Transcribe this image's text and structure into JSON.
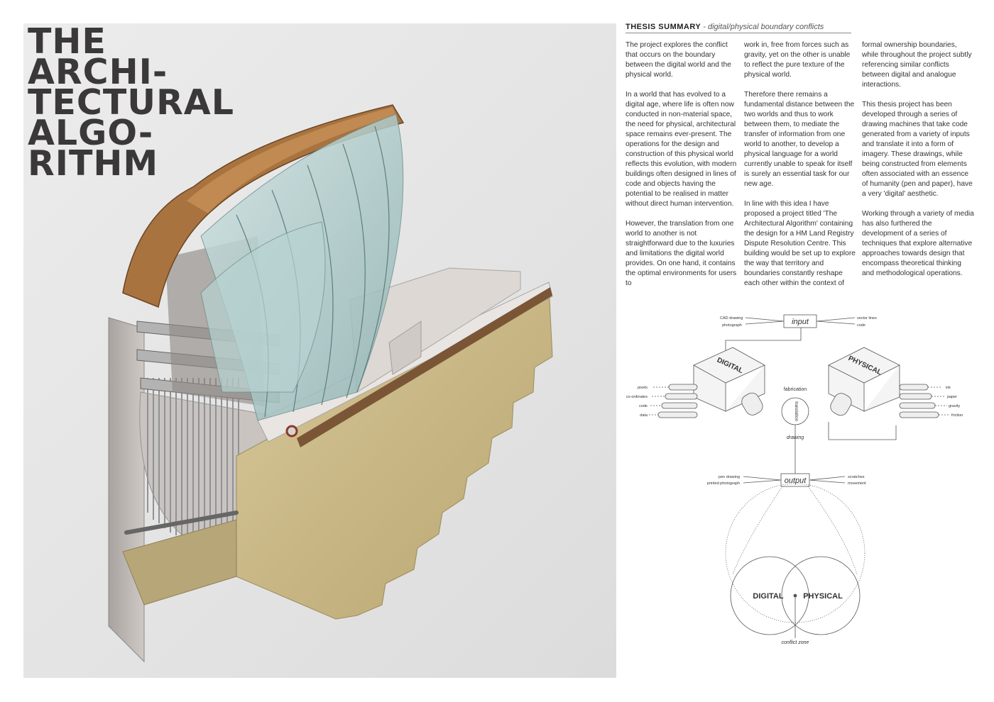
{
  "title_lines": [
    "THE",
    "ARCHI-",
    "TECTURAL",
    "ALGO-",
    "RITHM"
  ],
  "summary": {
    "heading": "THESIS SUMMARY",
    "subheading": "- digital/physical boundary conflicts",
    "col1": [
      "The project explores the conflict that occurs on the boundary between the digital world and the physical world.",
      "In a world that has evolved to a digital age, where life is often now conducted in non-material space, the need for physical, architectural space remains ever-present. The operations for the design and construction of this physical world reflects this evolution, with modern buildings often designed in lines of code and objects having the potential to be realised in matter without direct human intervention.",
      "However, the translation from one world to another is not straightforward due to the luxuries and limitations the digital world provides. On one hand, it contains the optimal environments for users to"
    ],
    "col2": [
      "work in, free from forces such as gravity, yet on the other is unable to reflect the pure texture of the physical world.",
      "Therefore there remains a fundamental distance between the two worlds and thus to work between them, to mediate the transfer of information from one world to another, to develop a physical language for a world currently unable to speak for itself is surely an essential task for our new age.",
      "In line with this idea I have proposed a project titled 'The Architectural Algorithm' containing the design for a HM Land Registry Dispute Resolution Centre. This building would be set up to explore the way that territory and boundaries constantly reshape each other within the context of"
    ],
    "col3": [
      "formal ownership boundaries, while throughout the project subtly referencing similar conflicts between digital and analogue interactions.",
      "This thesis project has been developed through a series of drawing machines that take code generated from a variety of inputs and translate it into a form of imagery. These drawings, while being constructed from elements often associated with an essence of humanity (pen and paper), have a very 'digital' aesthetic.",
      "Working through a variety of media has also furthered the development of a series of techniques that explore alternative approaches towards design that encompass theoretical thinking and methodological operations."
    ]
  },
  "diagram": {
    "input_label": "input",
    "input_left": [
      "CAD drawing",
      "photograph"
    ],
    "input_right": [
      "vector lines",
      "code"
    ],
    "digital_box_label": "DIGITAL",
    "physical_box_label": "PHYSICAL",
    "digital_inputs": [
      "pixels",
      "co-ordinates",
      "code",
      "data"
    ],
    "physical_inputs": [
      "ink",
      "paper",
      "gravity",
      "friction"
    ],
    "fabrication_label": "fabrication",
    "translation_label": "translation",
    "drawing_label": "drawing",
    "output_label": "output",
    "output_left": [
      "pen drawing",
      "printed photograph"
    ],
    "output_right": [
      "scratches",
      "movement"
    ],
    "venn_left": "DIGITAL",
    "venn_right": "PHYSICAL",
    "conflict_label": "conflict zone"
  }
}
